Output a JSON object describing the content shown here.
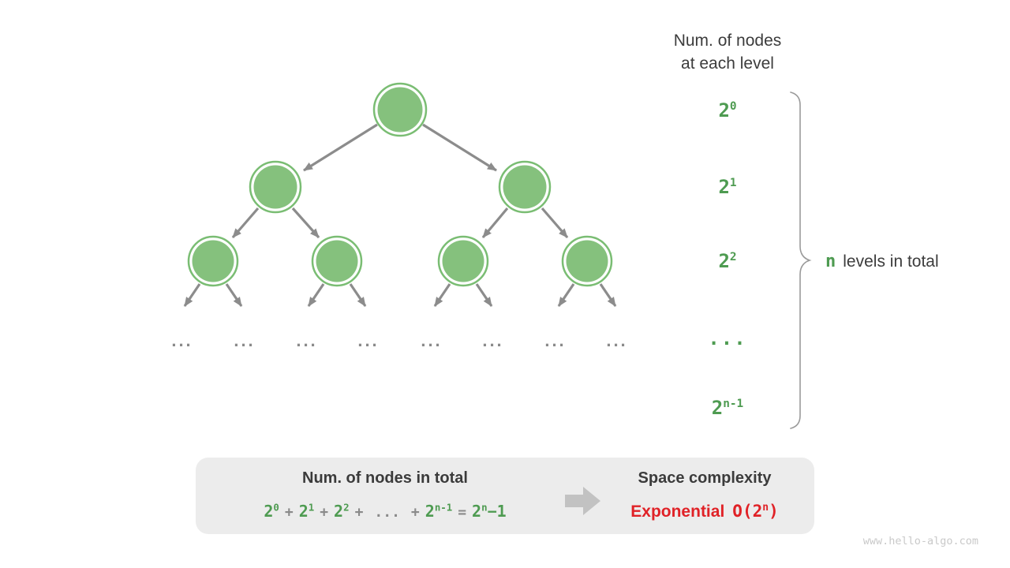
{
  "right_column": {
    "header": "Num. of nodes\nat each level",
    "levels": [
      {
        "base": "2",
        "sup": "0"
      },
      {
        "base": "2",
        "sup": "1"
      },
      {
        "base": "2",
        "sup": "2"
      },
      {
        "ellipsis": "..."
      },
      {
        "base": "2",
        "sup": "n-1"
      }
    ],
    "brace_label": {
      "n": "n",
      "rest": "levels in total"
    }
  },
  "tree": {
    "ellipsis": "...",
    "levels_shown": 3,
    "children_per_node": 2
  },
  "box": {
    "left_title": "Num. of nodes in total",
    "formula": {
      "t1": {
        "base": "2",
        "sup": "0"
      },
      "plus1": "+",
      "t2": {
        "base": "2",
        "sup": "1"
      },
      "plus2": "+",
      "t3": {
        "base": "2",
        "sup": "2"
      },
      "plus3": "+",
      "dots": "...",
      "plus4": "+",
      "t4": {
        "base": "2",
        "sup": "n-1"
      },
      "equals": "=",
      "result": {
        "base": "2",
        "sup": "n",
        "suffix": "−1"
      }
    },
    "right_title": "Space complexity",
    "complexity": {
      "word": "Exponential",
      "o_open": "O(2",
      "o_sup": "n",
      "o_close": ")"
    }
  },
  "watermark": "www.hello-algo.com",
  "colors": {
    "node_green": "#85C17D",
    "node_ring_green": "#7ABD73",
    "label_green": "#4E9B51",
    "arrow_gray": "#8C8C8C",
    "text_dark": "#3B3B3B",
    "box_background": "#ECECEC",
    "block_arrow_gray": "#C2C2C2",
    "complexity_red": "#E02227",
    "brace_gray": "#9A9A9A",
    "watermark_gray": "#C9C9C9"
  }
}
